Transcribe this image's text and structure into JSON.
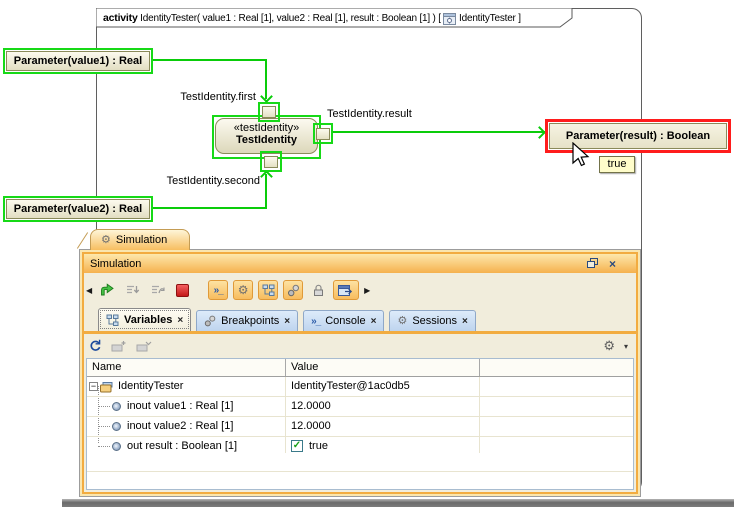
{
  "diagram": {
    "frame": {
      "keyword": "activity",
      "signature": " IdentityTester( value1 : Real [1], value2 : Real [1], result : Boolean [1] ) [ ",
      "diagram_ref": " IdentityTester ]"
    },
    "param_value1": "Parameter(value1) : Real",
    "param_value2": "Parameter(value2) : Real",
    "param_result": "Parameter(result) : Boolean",
    "action_stereotype": "«testIdentity»",
    "action_name": "TestIdentity",
    "pin_first_label": "TestIdentity.first",
    "pin_result_label": "TestIdentity.result",
    "pin_second_label": "TestIdentity.second",
    "tooltip": "true",
    "colors": {
      "highlight_green": "#17d917",
      "highlight_red": "#ff1c1c",
      "flow_green": "#0acc0a",
      "node_border": "#8a8a5a"
    }
  },
  "panel": {
    "dock_tab_label": "Simulation",
    "title": "Simulation",
    "window_controls": {
      "float_icon": "float-window-icon",
      "close_icon": "close-icon"
    },
    "toolbar_icons": [
      "toolbar-overflow-left",
      "resume-icon",
      "step-into-icon",
      "step-over-icon",
      "terminate-icon",
      "console-toggle-icon",
      "simulation-config-gear-icon",
      "variables-toggle-icon",
      "breakpoints-toggle-icon",
      "lock-icon",
      "open-in-new-window-icon",
      "toolbar-overflow-right"
    ],
    "tabs": [
      {
        "label": "Variables",
        "icon": "variables-tree-icon",
        "active": true
      },
      {
        "label": "Breakpoints",
        "icon": "breakpoints-icon",
        "active": false
      },
      {
        "label": "Console",
        "icon": "console-icon",
        "active": false
      },
      {
        "label": "Sessions",
        "icon": "sessions-gear-icon",
        "active": false
      }
    ],
    "subtoolbar_icons": [
      "refresh-icon",
      "add-watch-icon",
      "remove-watch-icon",
      "options-gear-icon",
      "dropdown-arrow-icon"
    ],
    "table": {
      "columns": [
        "Name",
        "Value"
      ],
      "rows": [
        {
          "name": "IdentityTester",
          "value": "IdentityTester@1ac0db5"
        },
        {
          "name": "inout value1 : Real [1]",
          "value": "12.0000"
        },
        {
          "name": "inout value2 : Real [1]",
          "value": "12.0000"
        },
        {
          "name": "out result : Boolean [1]",
          "value": "true",
          "checked": true
        }
      ]
    }
  },
  "glyphs": {
    "gear": "⚙",
    "close": "×",
    "dropdown": "▾",
    "overflow_left": "◀",
    "overflow_right": "▶",
    "console": "»_",
    "check": "✓",
    "minus": "−"
  }
}
